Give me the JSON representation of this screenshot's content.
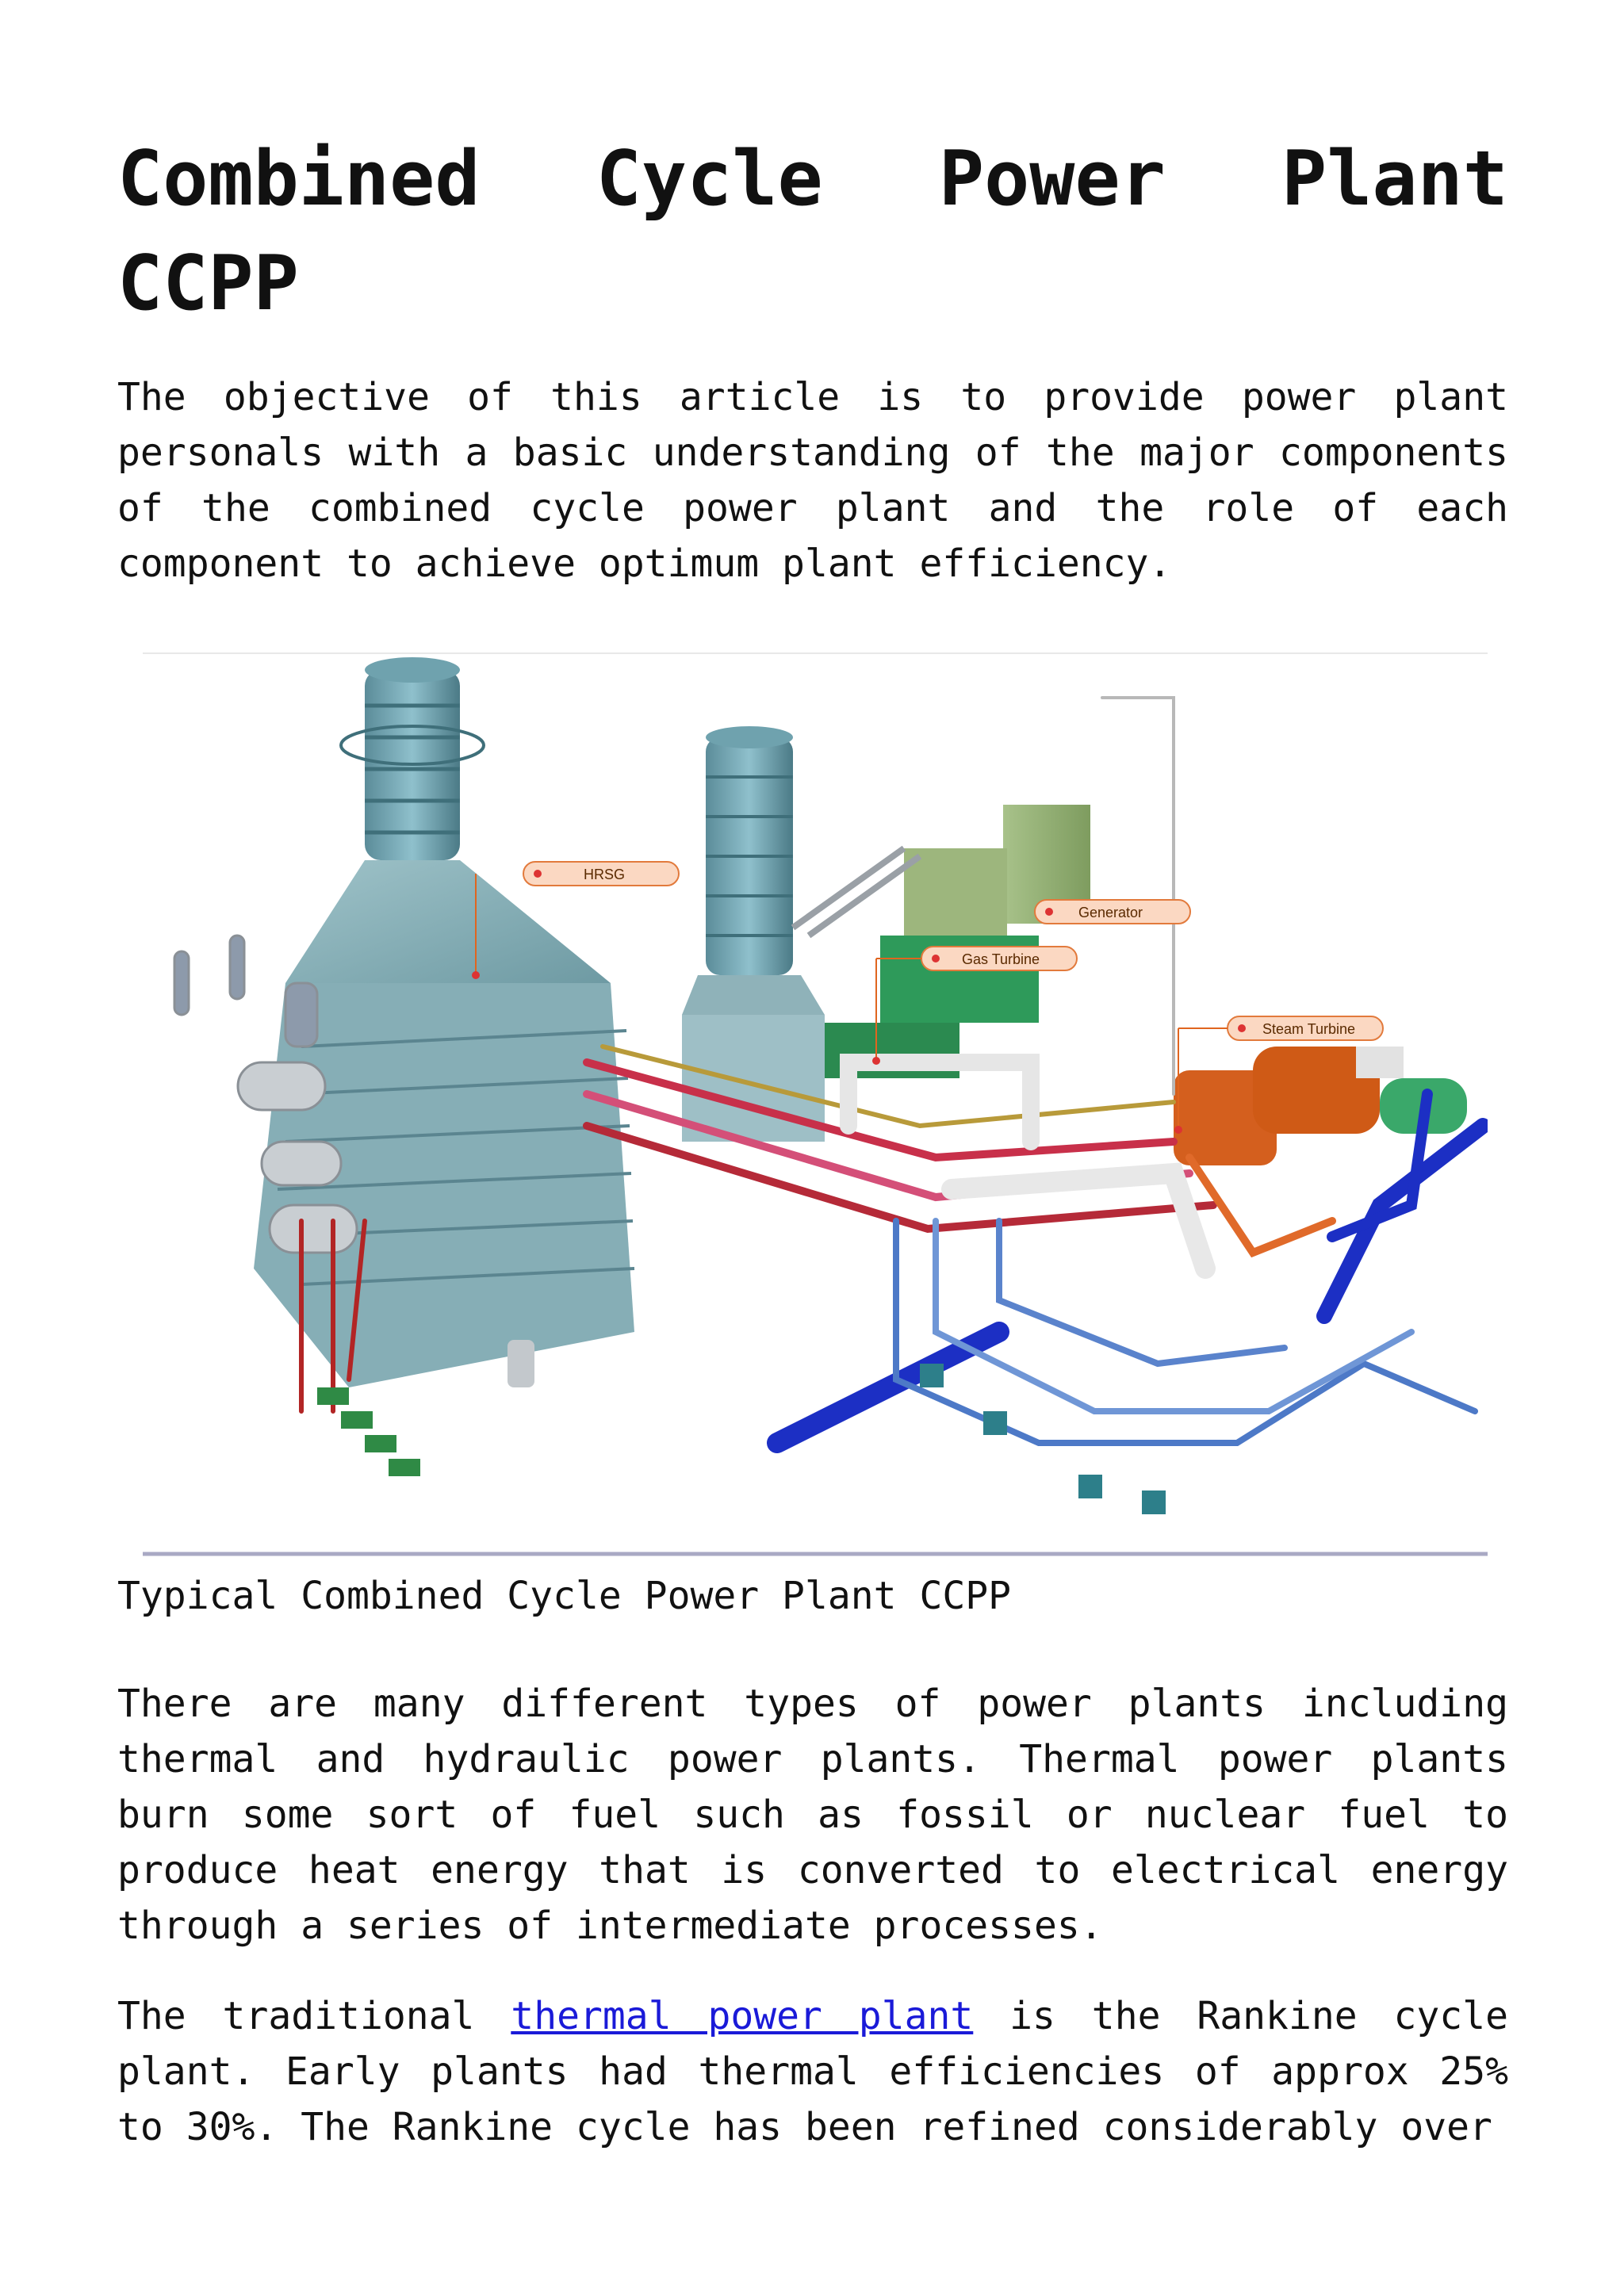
{
  "article": {
    "title": "Combined Cycle Power Plant CCPP",
    "intro": "The objective of this article is to provide power plant personals with a basic understanding of the major components of the combined cycle power plant and the role of each component to achieve optimum plant efficiency.",
    "figure": {
      "caption": "Typical Combined Cycle Power Plant CCPP",
      "callouts": {
        "hrsg": "HRSG",
        "generator": "Generator",
        "gas_turbine": "Gas Turbine",
        "steam_turbine": "Steam Turbine"
      }
    },
    "para2": "There are many different types of power plants including thermal and hydraulic power plants. Thermal power plants burn some sort of fuel such as fossil or nuclear fuel to produce heat energy that is converted to electrical energy through a series of intermediate processes.",
    "para3": {
      "before": "The traditional ",
      "link": "thermal power plant",
      "after": " is the Rankine cycle plant. Early plants had thermal efficiencies of approx 25% to 30%. The Rankine cycle has been refined considerably over"
    }
  }
}
